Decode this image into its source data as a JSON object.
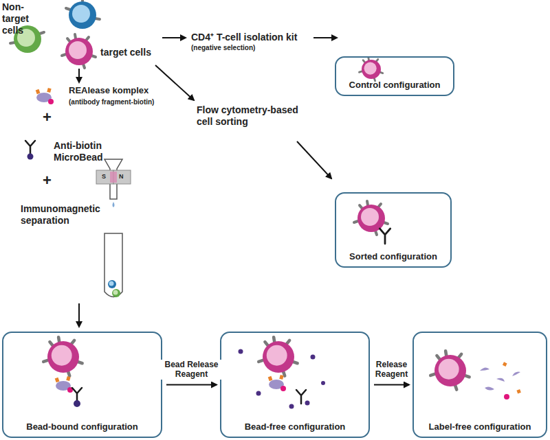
{
  "diagram": {
    "nodes": [
      {
        "text": [
          "Control configuration"
        ]
      },
      {
        "text": [
          "Sorted configuration"
        ]
      },
      {
        "text": [
          "Bead-bound configuration"
        ]
      },
      {
        "text": [
          "Bead-free configuration"
        ]
      },
      {
        "text": [
          "Label-free configuration"
        ]
      }
    ],
    "edges": [
      {
        "from": 2,
        "to": 3,
        "label": "Bead Release Reagent",
        "arrow": "to"
      },
      {
        "from": 3,
        "to": 4,
        "label": "Release Reagent",
        "arrow": "to"
      }
    ],
    "labels": [
      "Non-target cells",
      "target cells",
      "REAlease komplex",
      "(antibody fragment-biotin)",
      "+",
      "Anti-biotin MicroBead",
      "+",
      "Immunomagnetic separation",
      "S",
      "N",
      "CD4⁺ T-cell isolation kit",
      "(negative selection)",
      "Flow cytometry-based cell sorting"
    ]
  }
}
